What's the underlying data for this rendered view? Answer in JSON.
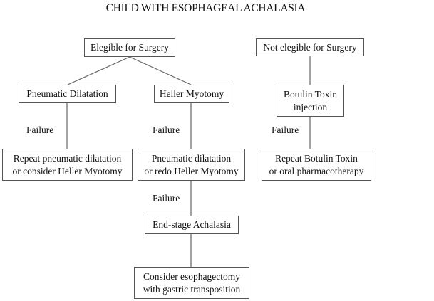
{
  "title": "CHILD WITH ESOPHAGEAL ACHALASIA",
  "nodes": {
    "eligible": "Elegible for Surgery",
    "not_eligible": "Not elegible for Surgery",
    "pneumatic_dilatation": "Pneumatic Dilatation",
    "heller_myotomy": "Heller Myotomy",
    "botulin": "Botulin Toxin\ninjection",
    "repeat_pneumatic": "Repeat pneumatic dilatation\nor consider Heller Myotomy",
    "pneumatic_or_redo": "Pneumatic dilatation\nor redo Heller Myotomy",
    "repeat_botulin": "Repeat Botulin Toxin\nor oral pharmacotherapy",
    "end_stage": "End-stage Achalasia",
    "esophagectomy": "Consider esophagectomy\nwith gastric transposition"
  },
  "edge_labels": {
    "failure_1": "Failure",
    "failure_2": "Failure",
    "failure_3": "Failure",
    "failure_4": "Failure"
  }
}
